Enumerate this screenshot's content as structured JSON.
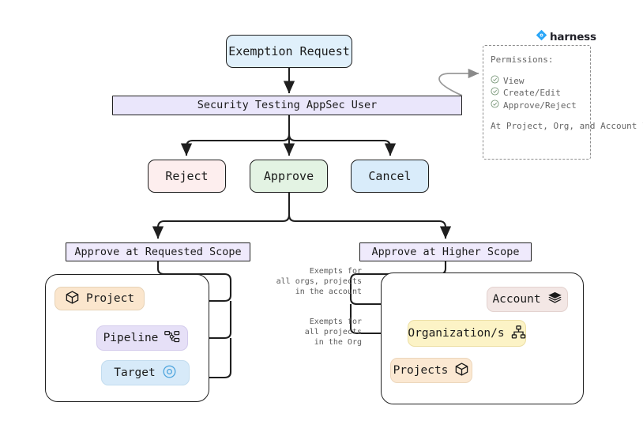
{
  "brand": {
    "name": "harness",
    "logo_icon": "harness-diamond-icon",
    "color": "#2ba6f7"
  },
  "flow": {
    "start": {
      "label": "Exemption Request",
      "color": "#e0f0fb"
    },
    "actor": {
      "label": "Security Testing AppSec User",
      "color": "#eae6fb"
    },
    "decisions": [
      {
        "label": "Reject",
        "color": "#fdeeee"
      },
      {
        "label": "Approve",
        "color": "#e3f3e3"
      },
      {
        "label": "Cancel",
        "color": "#d9ecfa"
      }
    ],
    "scopes": [
      {
        "label": "Approve at Requested Scope",
        "color": "#efeafc"
      },
      {
        "label": "Approve at Higher Scope",
        "color": "#efeafc"
      }
    ]
  },
  "requested_scope": {
    "items": [
      {
        "label": "Project",
        "icon": "cube-icon",
        "color": "#fbe6cd"
      },
      {
        "label": "Pipeline",
        "icon": "pipeline-nodes-icon",
        "color": "#e6e0f7"
      },
      {
        "label": "Target",
        "icon": "target-circle-icon",
        "color": "#d7eaf9"
      }
    ]
  },
  "higher_scope": {
    "items": [
      {
        "label": "Account",
        "icon": "layers-stack-icon",
        "color": "#f3e7e5"
      },
      {
        "label": "Organization/s",
        "icon": "org-chart-icon",
        "color": "#fcf3c6"
      },
      {
        "label": "Projects",
        "icon": "cube-icon",
        "color": "#fbe8d2"
      }
    ],
    "annotations": [
      "Exempts for\nall orgs, projects\nin the account",
      "Exempts for\nall projects\nin the Org"
    ]
  },
  "permissions": {
    "title": "Permissions:",
    "items": [
      "View",
      "Create/Edit",
      "Approve/Reject"
    ],
    "footer": "At Project, Org,\nand Account level",
    "check_icon": "check-circle-icon"
  }
}
